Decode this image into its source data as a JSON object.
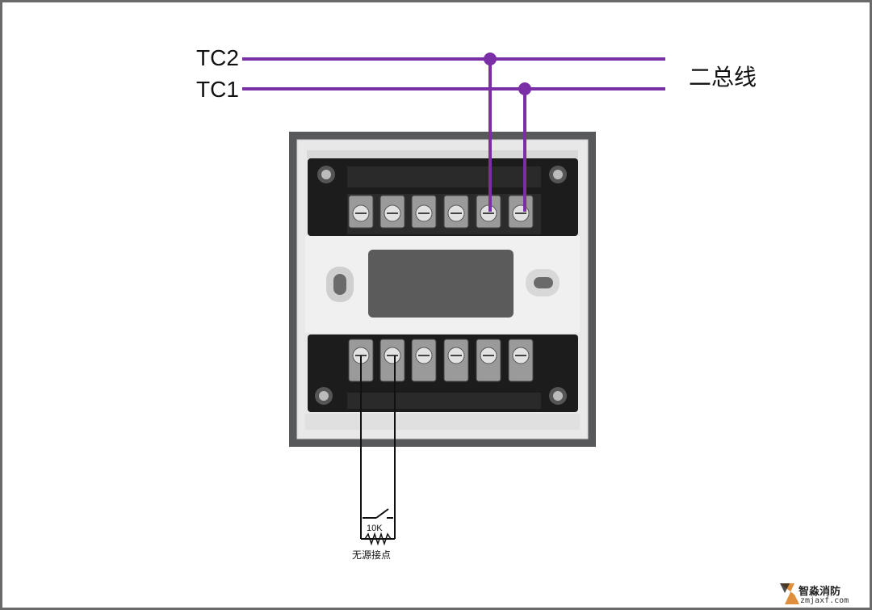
{
  "labels": {
    "tc2": "TC2",
    "tc1": "TC1",
    "bus": "二总线",
    "resistor": "10K",
    "contact": "无源接点"
  },
  "watermark": {
    "name": "智淼消防",
    "url": "zmjaxf.com"
  },
  "colors": {
    "bus_wire": "#7a2fa6",
    "contact_wire": "#111111",
    "module_frame": "#58595b",
    "terminal_block": "#1c1c1c",
    "window": "#5b5b5b"
  },
  "icons": [
    "screw-icon",
    "resistor-icon",
    "switch-icon",
    "logo-icon"
  ]
}
